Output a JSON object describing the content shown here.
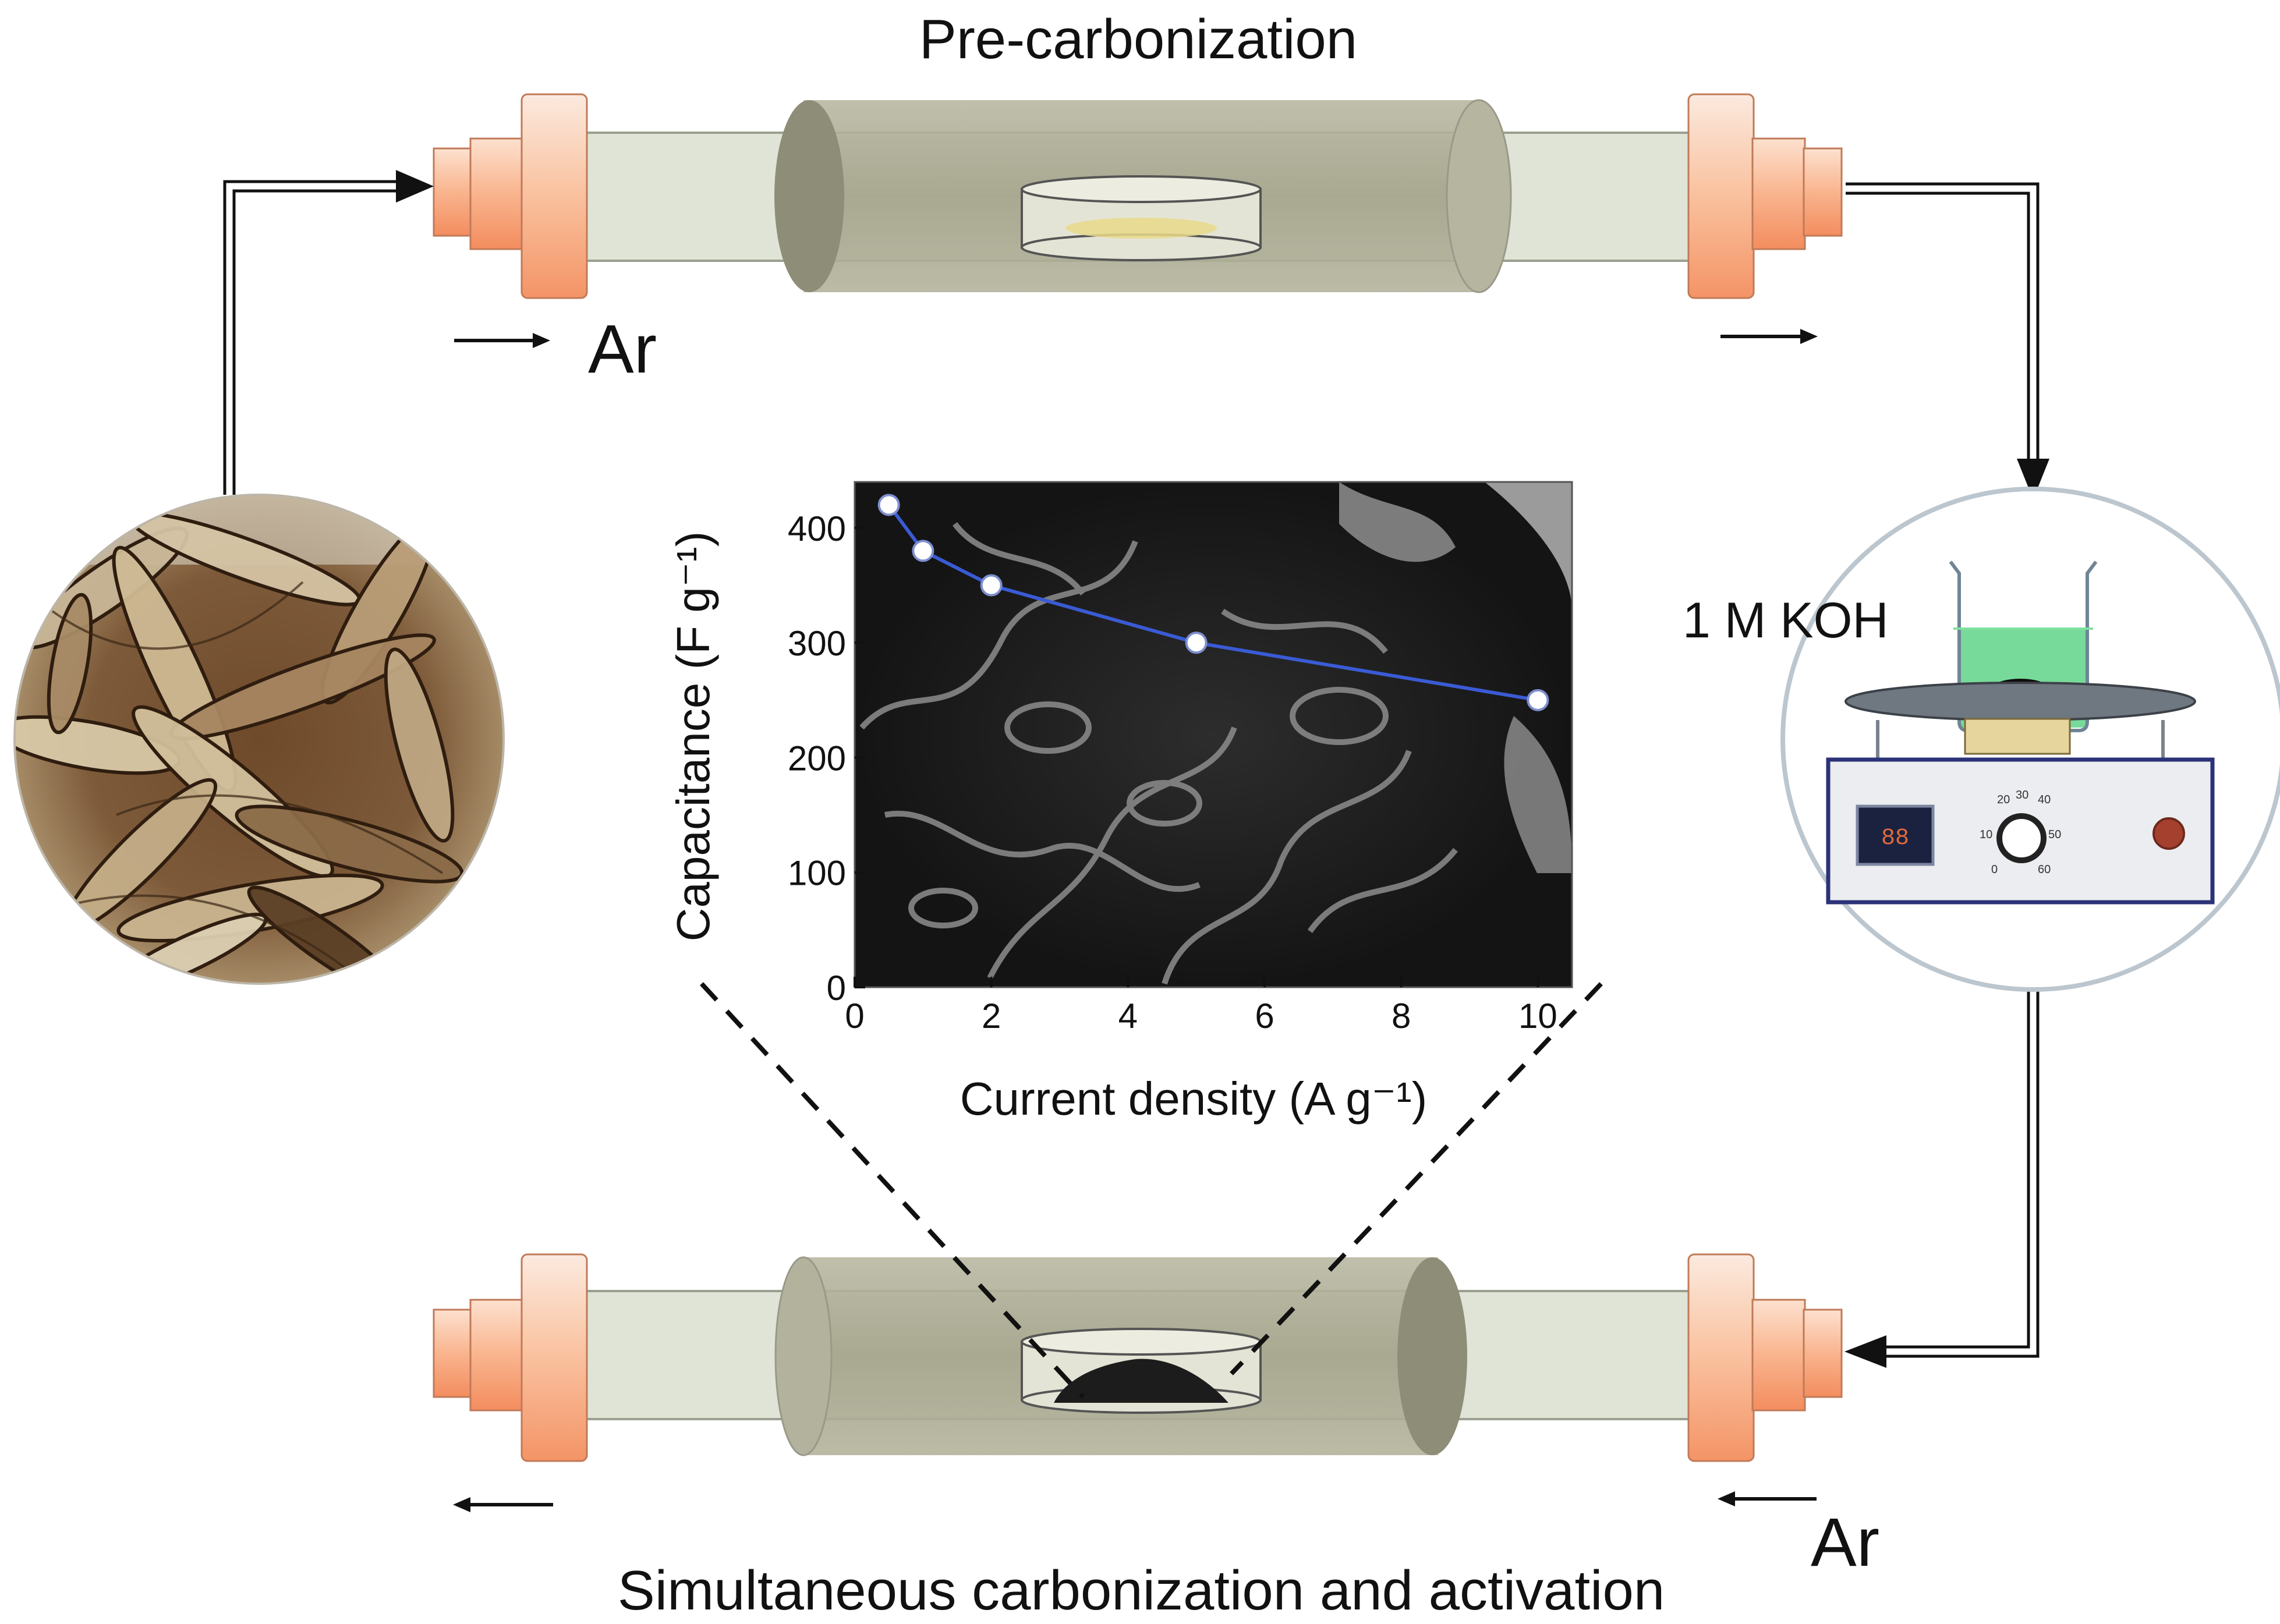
{
  "labels": {
    "top_process": "Pre-carbonization",
    "bottom_process": "Simultaneous carbonization and activation",
    "gas_top": "Ar",
    "gas_bottom": "Ar",
    "reagent": "1 M KOH"
  },
  "stirrer": {
    "display_text": "88",
    "dial_marks": [
      "20",
      "30",
      "40",
      "50",
      "60",
      "10",
      "0"
    ]
  },
  "colors": {
    "tube_glass": "#d6dccb",
    "furnace": "#a7a68f",
    "end_cap": "#f7a27a",
    "end_cap_light": "#fde1cf",
    "koh_solution": "#5fd488",
    "chart_line": "#3a5bd4",
    "sem_background": "#1b1b1b"
  },
  "chart_data": {
    "type": "line",
    "x": [
      0.5,
      1,
      2,
      5,
      10
    ],
    "y": [
      420,
      380,
      350,
      300,
      250
    ],
    "xlabel": "Current density (A g⁻¹)",
    "ylabel": "Capacitance (F g⁻¹)",
    "xlim": [
      0,
      10.5
    ],
    "ylim": [
      0,
      440
    ],
    "xticks": [
      0,
      2,
      4,
      6,
      8,
      10
    ],
    "yticks": [
      0,
      100,
      200,
      300,
      400
    ],
    "grid": false
  }
}
